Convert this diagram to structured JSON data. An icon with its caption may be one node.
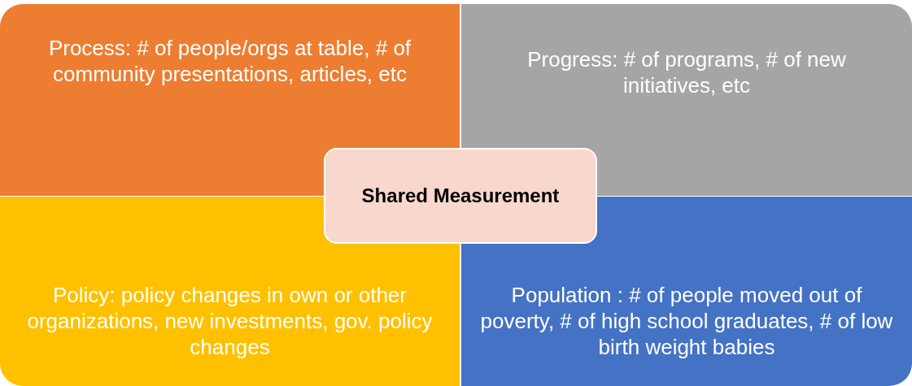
{
  "diagram": {
    "nodes": [
      {
        "text": [
          "Process: # of people/orgs at table, # of community presentations, articles, etc"
        ]
      },
      {
        "text": [
          "Progress: # of programs, # of new initiatives, etc"
        ]
      },
      {
        "text": [
          "Policy: policy changes in own or other organizations, new investments, gov. policy changes"
        ]
      },
      {
        "text": [
          "Population : # of people moved out of poverty, # of high school graduates, # of low birth weight babies"
        ]
      },
      {
        "text": [
          "Shared Measurement"
        ]
      }
    ]
  }
}
